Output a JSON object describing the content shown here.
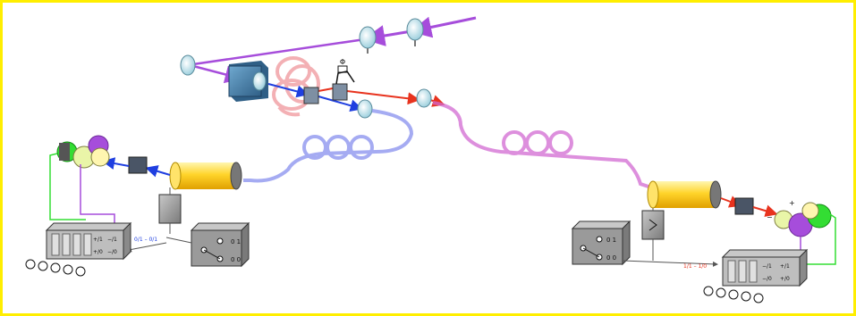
{
  "colors": {
    "frame_yellow": "#FFEE00",
    "signal_purple": "#A64DDB",
    "fiber_blue": "#8F97F0",
    "fiber_pink": "#D26AD2",
    "beam_red": "#E8331E",
    "beam_blue": "#1F3FE0",
    "control_green": "#33DD33",
    "cylinder_yellow": "#FFD42A",
    "block_blue": "#3D7DA8"
  },
  "left_station": {
    "keypad_keys": [
      "+/1",
      "−/1",
      "+/0",
      "−/0"
    ],
    "switch_labels": [
      "0 1",
      "0 0"
    ],
    "wire_label": "0/1 – 0/1"
  },
  "right_station": {
    "keypad_keys": [
      "−/1",
      "+/1",
      "−/0",
      "+/0"
    ],
    "switch_labels": [
      "0 1",
      "0 0"
    ],
    "wire_label": "1/1 – 1/0"
  },
  "modulator_symbol": "Φ",
  "detector_signs": [
    "+",
    "−"
  ],
  "icons": [
    "waveplate-icon",
    "phase-modulator-icon",
    "polarizer-icon",
    "detector-icon",
    "meter-icon"
  ]
}
